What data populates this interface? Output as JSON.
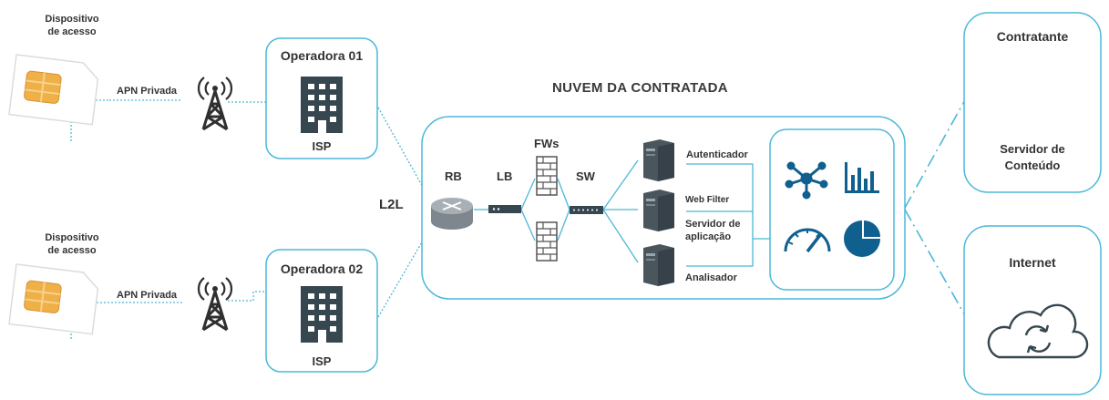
{
  "devices": [
    {
      "label_line1": "Dispositivo",
      "label_line2": "de acesso",
      "apn": "APN Privada"
    },
    {
      "label_line1": "Dispositivo",
      "label_line2": "de acesso",
      "apn": "APN Privada"
    }
  ],
  "operators": [
    {
      "name": "Operadora 01",
      "isp": "ISP"
    },
    {
      "name": "Operadora 02",
      "isp": "ISP"
    }
  ],
  "l2l": "L2L",
  "cloud": {
    "title": "NUVEM DA CONTRATADA",
    "rb": "RB",
    "lb": "LB",
    "fws": "FWs",
    "sw": "SW",
    "servers": {
      "auth": "Autenticador",
      "webfilter": "Web Filter",
      "app_line1": "Servidor de",
      "app_line2": "aplicação",
      "analyzer": "Analisador"
    }
  },
  "contratante": {
    "title": "Contratante",
    "line1": "Servidor de",
    "line2": "Conteúdo"
  },
  "internet": {
    "title": "Internet"
  },
  "colors": {
    "accent": "#4bb8d8",
    "dark": "#37474f",
    "sim_gold": "#f0b048"
  }
}
